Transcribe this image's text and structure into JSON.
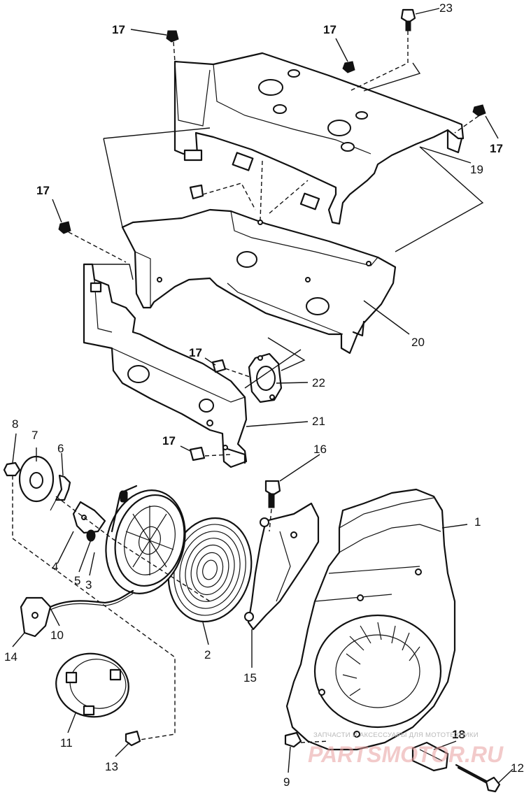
{
  "callouts": {
    "c1": "1",
    "c2": "2",
    "c3": "3",
    "c4": "4",
    "c5": "5",
    "c6": "6",
    "c7": "7",
    "c8": "8",
    "c9": "9",
    "c10": "10",
    "c11": "11",
    "c12": "12",
    "c13": "13",
    "c14": "14",
    "c15": "15",
    "c16": "16",
    "c17": "17",
    "c18": "18",
    "c19": "19",
    "c20": "20",
    "c21": "21",
    "c22": "22",
    "c23": "23"
  },
  "watermark": {
    "tagline": "ЗАПЧАСТИ И АКСЕССУАРЫ ДЛЯ МОТОТЕХНИКИ",
    "logo": "PARTSMOTOR.RU"
  }
}
